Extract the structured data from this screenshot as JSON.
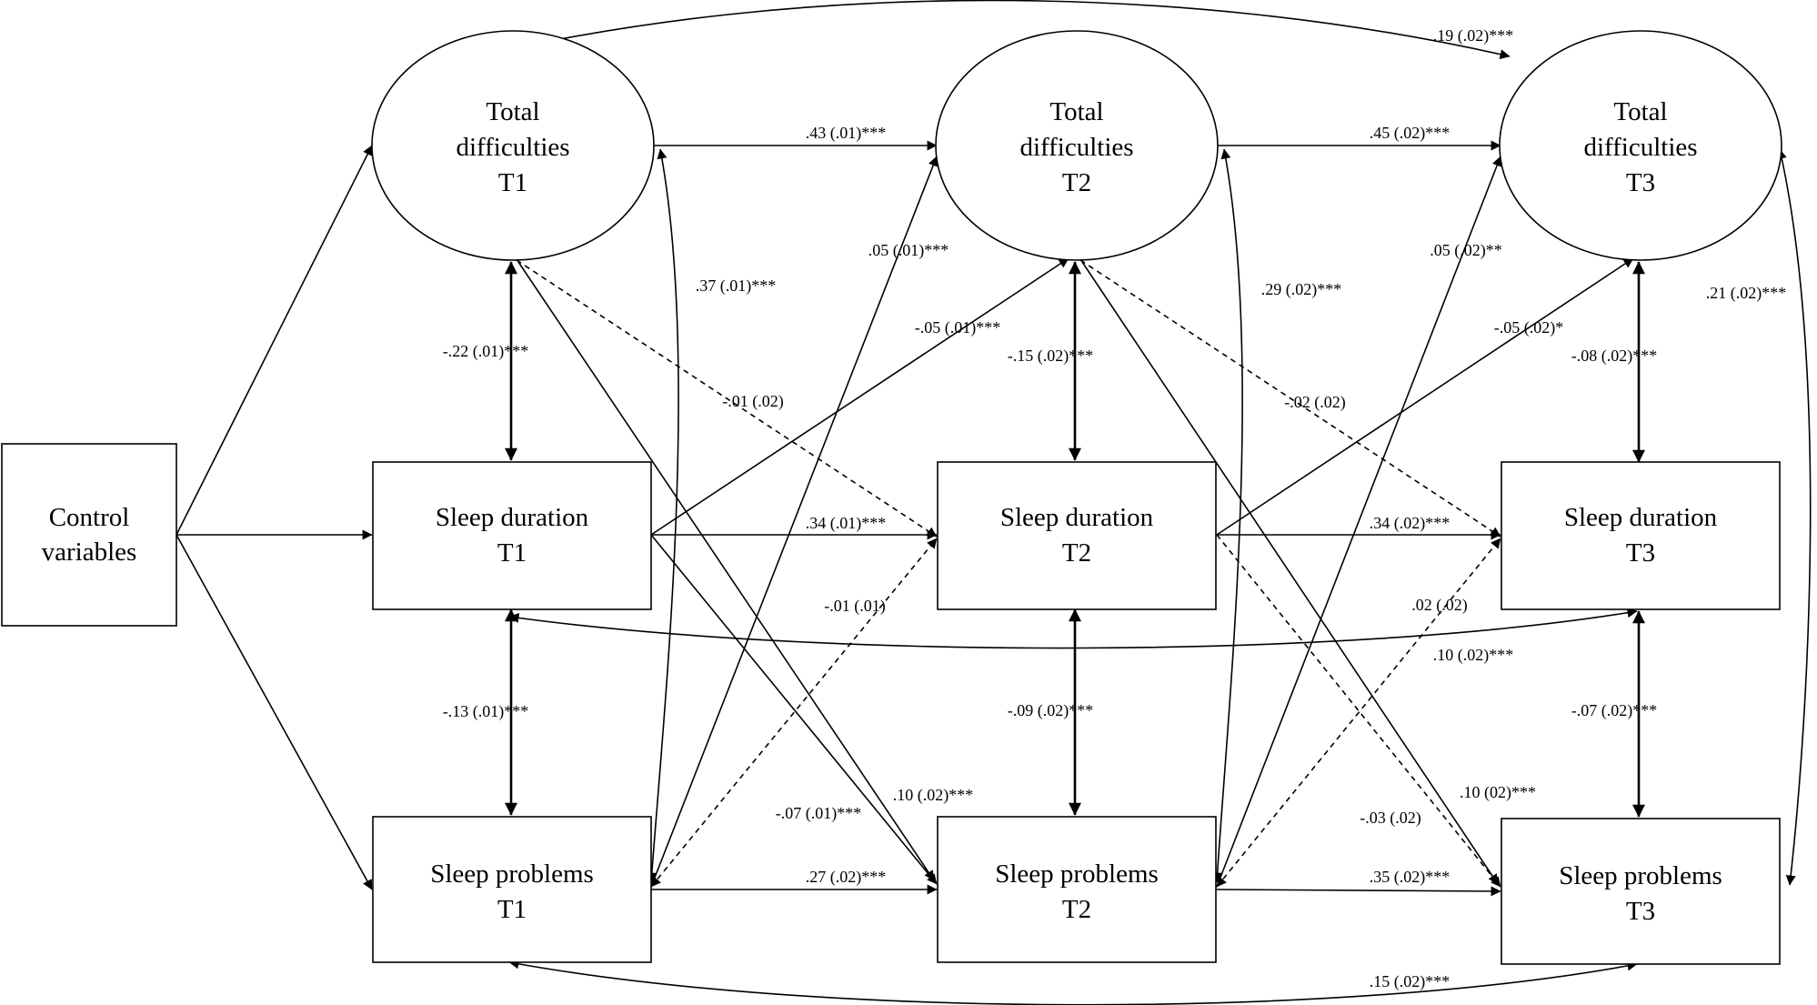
{
  "nodes": {
    "control": {
      "lines": [
        "Control",
        "variables"
      ]
    },
    "td1": {
      "lines": [
        "Total",
        "difficulties",
        "T1"
      ]
    },
    "td2": {
      "lines": [
        "Total",
        "difficulties",
        "T2"
      ]
    },
    "td3": {
      "lines": [
        "Total",
        "difficulties",
        "T3"
      ]
    },
    "sd1": {
      "lines": [
        "Sleep duration",
        "T1"
      ]
    },
    "sd2": {
      "lines": [
        "Sleep duration",
        "T2"
      ]
    },
    "sd3": {
      "lines": [
        "Sleep duration",
        "T3"
      ]
    },
    "sp1": {
      "lines": [
        "Sleep problems",
        "T1"
      ]
    },
    "sp2": {
      "lines": [
        "Sleep problems",
        "T2"
      ]
    },
    "sp3": {
      "lines": [
        "Sleep problems",
        "T3"
      ]
    }
  },
  "paths": {
    "td1_td3": ".19 (.02)***",
    "td1_td2": ".43 (.01)***",
    "td2_td3": ".45 (.02)***",
    "td1_sp1": ".37 (.01)***",
    "sp1_td2": ".05 (.01)***",
    "td2_sp2": ".29 (.02)***",
    "sp2_td3": ".05 (.02)**",
    "td3_sp3": ".21 (.02)***",
    "sd1_td2": "-.05 (.01)***",
    "sd2_td3": "-.05 (.02)*",
    "td1_sd1": "-.22 (.01)***",
    "td2_sd2": "-.15 (.02)***",
    "td3_sd3": "-.08 (.02)***",
    "td1_sd2": "-.01 (.02)",
    "td2_sd3": "-.02 (.02)",
    "sd1_sd2": ".34 (.01)***",
    "sd2_sd3": ".34 (.02)***",
    "sp1_sd2": "-.01 (.01)",
    "sp2_sd3": ".02 (.02)",
    "sd1_sd3": ".10 (.02)***",
    "sd1_sp1": "-.13 (.01)***",
    "sd2_sp2": "-.09 (.02)***",
    "sd3_sp3": "-.07 (.02)***",
    "sd1_sp2": "-.07 (.01)***",
    "td1_sp2": ".10 (.02)***",
    "sd2_sp3": "-.03 (.02)",
    "td2_sp3": ".10 (02)***",
    "sp1_sp2": ".27 (.02)***",
    "sp2_sp3": ".35 (.02)***",
    "sp1_sp3": ".15 (.02)***"
  }
}
